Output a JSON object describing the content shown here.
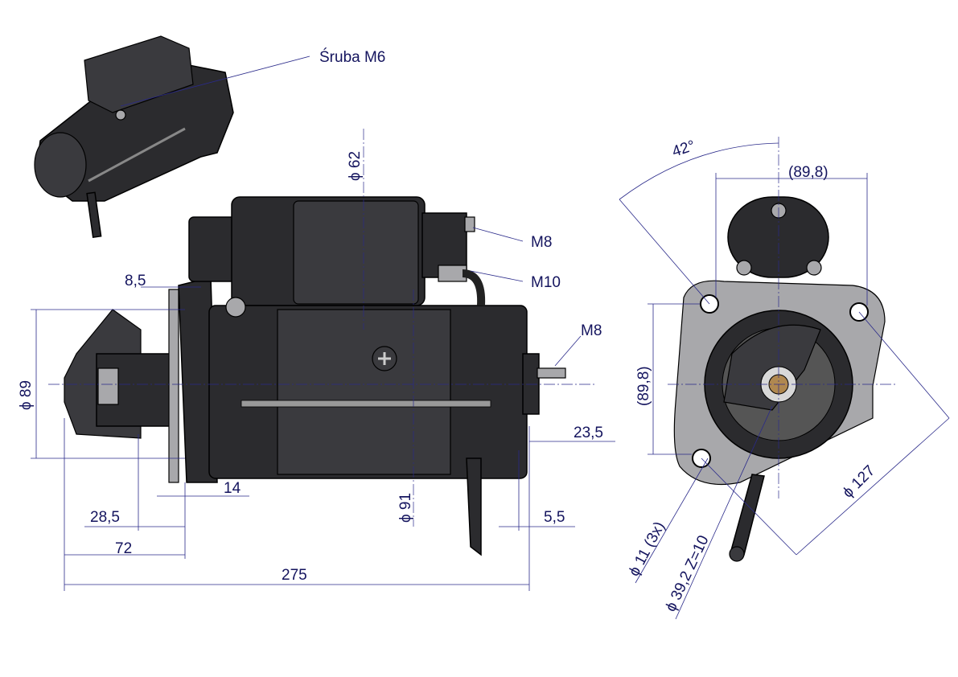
{
  "callouts": {
    "screw": "Śruba M6",
    "m8_top": "M8",
    "m10": "M10",
    "m8_side": "M8"
  },
  "side_view": {
    "d62": "ϕ 62",
    "d89": "ϕ 89",
    "d91": "ϕ 91",
    "d8_5": "8,5",
    "d23_5": "23,5",
    "d14": "14",
    "d28_5": "28,5",
    "d5_5": "5,5",
    "d72": "72",
    "d275": "275"
  },
  "end_view": {
    "angle": "42°",
    "h89_8": "(89,8)",
    "v89_8": "(89,8)",
    "d127": "ϕ 127",
    "d11": "ϕ 11 (3x)",
    "d39": "ϕ 39,2 Z=10"
  },
  "colors": {
    "dimension": "#14145e",
    "body": "#2b2b2e",
    "flange": "#a8a8ab"
  }
}
